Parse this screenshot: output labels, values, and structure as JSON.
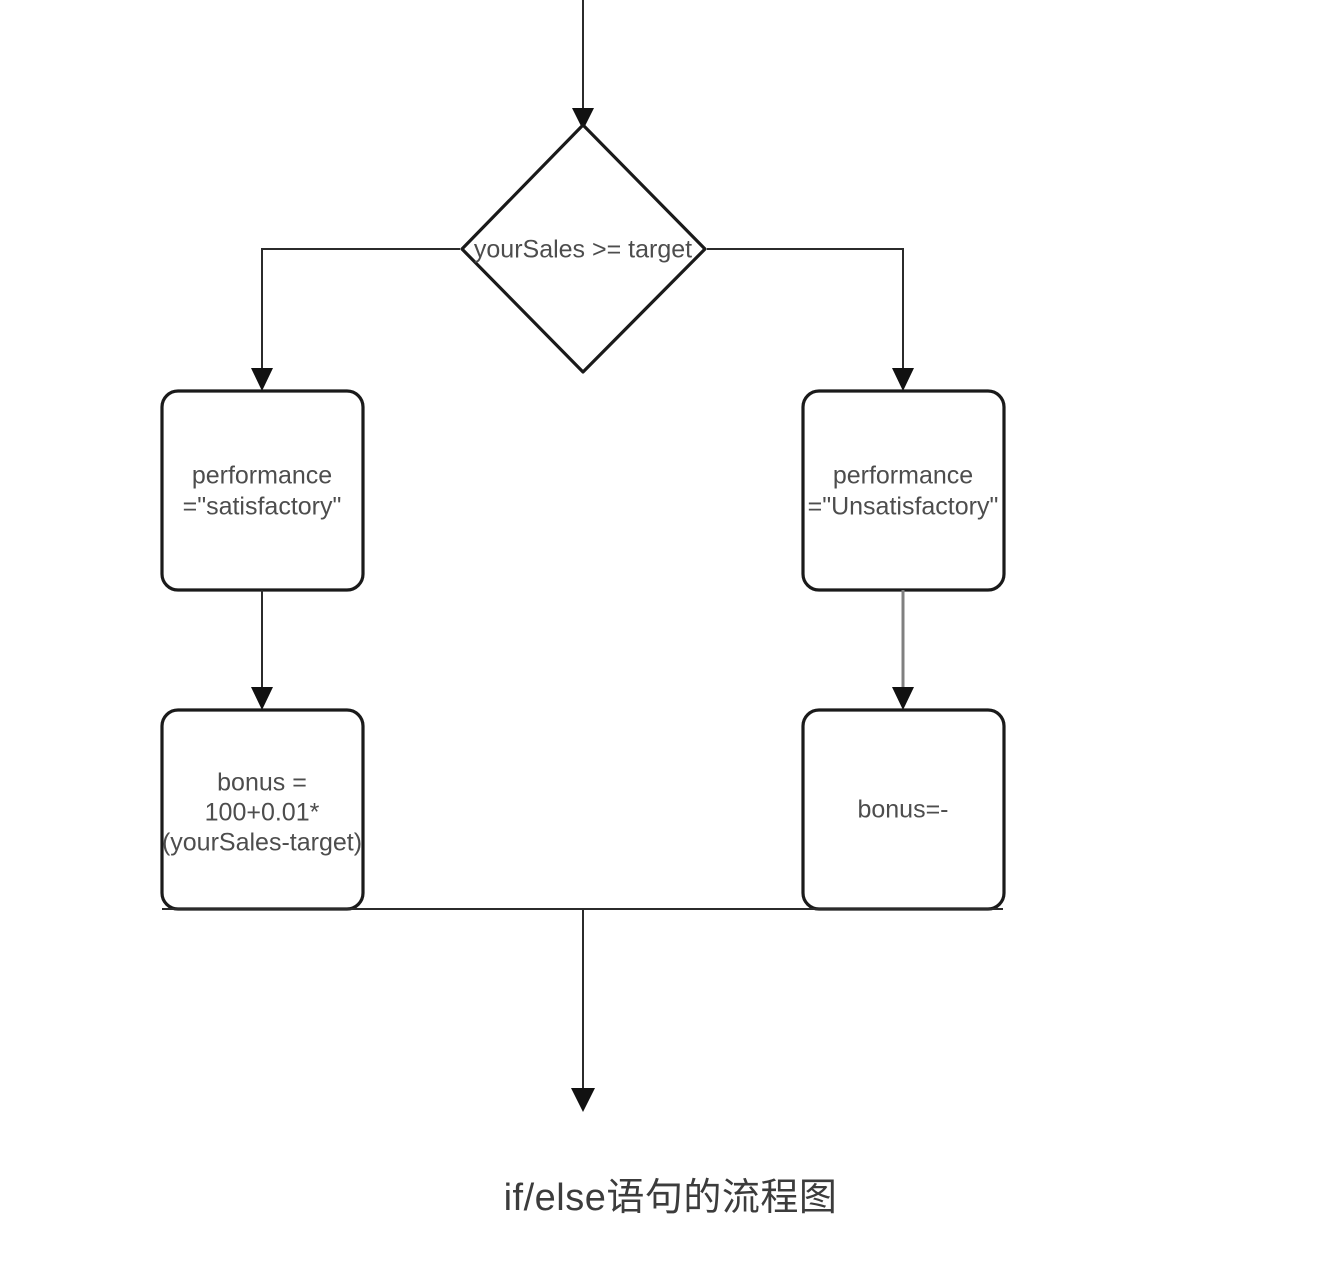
{
  "diagram": {
    "title_caption": "if/else语句的流程图",
    "type": "flowchart",
    "colors": {
      "background": "#ffffff",
      "node_stroke": "#1a1a1a",
      "node_fill": "#ffffff",
      "text": "#4d4d4d",
      "edge_dark": "#1a1a1a",
      "edge_gray": "#808080",
      "caption_text": "#3c3c3c"
    },
    "nodes": [
      {
        "id": "decision",
        "shape": "diamond",
        "label": "yourSales >= target",
        "lines": [
          "yourSales >= target"
        ]
      },
      {
        "id": "left-performance",
        "shape": "rounded-rect",
        "label": "performance =\"satisfactory\"",
        "lines": [
          "performance",
          "=\"satisfactory\""
        ]
      },
      {
        "id": "right-performance",
        "shape": "rounded-rect",
        "label": "performance =\"Unsatisfactory\"",
        "lines": [
          "performance",
          "=\"Unsatisfactory\""
        ]
      },
      {
        "id": "left-bonus",
        "shape": "rounded-rect",
        "label": "bonus = 100+0.01*(yourSales-target)",
        "lines": [
          "bonus =",
          "100+0.01*",
          "(yourSales-target)"
        ]
      },
      {
        "id": "right-bonus",
        "shape": "rounded-rect",
        "label": "bonus=-",
        "lines": [
          "bonus=-"
        ]
      }
    ],
    "edges": [
      {
        "id": "entry-to-decision",
        "from": "entry",
        "to": "decision",
        "label": "",
        "arrow": true
      },
      {
        "id": "decision-to-left-performance",
        "from": "decision",
        "to": "left-performance",
        "label": "",
        "arrow": true
      },
      {
        "id": "decision-to-right-performance",
        "from": "decision",
        "to": "right-performance",
        "label": "",
        "arrow": true
      },
      {
        "id": "left-performance-to-left-bonus",
        "from": "left-performance",
        "to": "left-bonus",
        "label": "",
        "arrow": true
      },
      {
        "id": "right-performance-to-right-bonus",
        "from": "right-performance",
        "to": "right-bonus",
        "label": "",
        "arrow": true
      },
      {
        "id": "merge-to-exit",
        "from": "merge",
        "to": "exit",
        "label": "",
        "arrow": true
      }
    ]
  }
}
